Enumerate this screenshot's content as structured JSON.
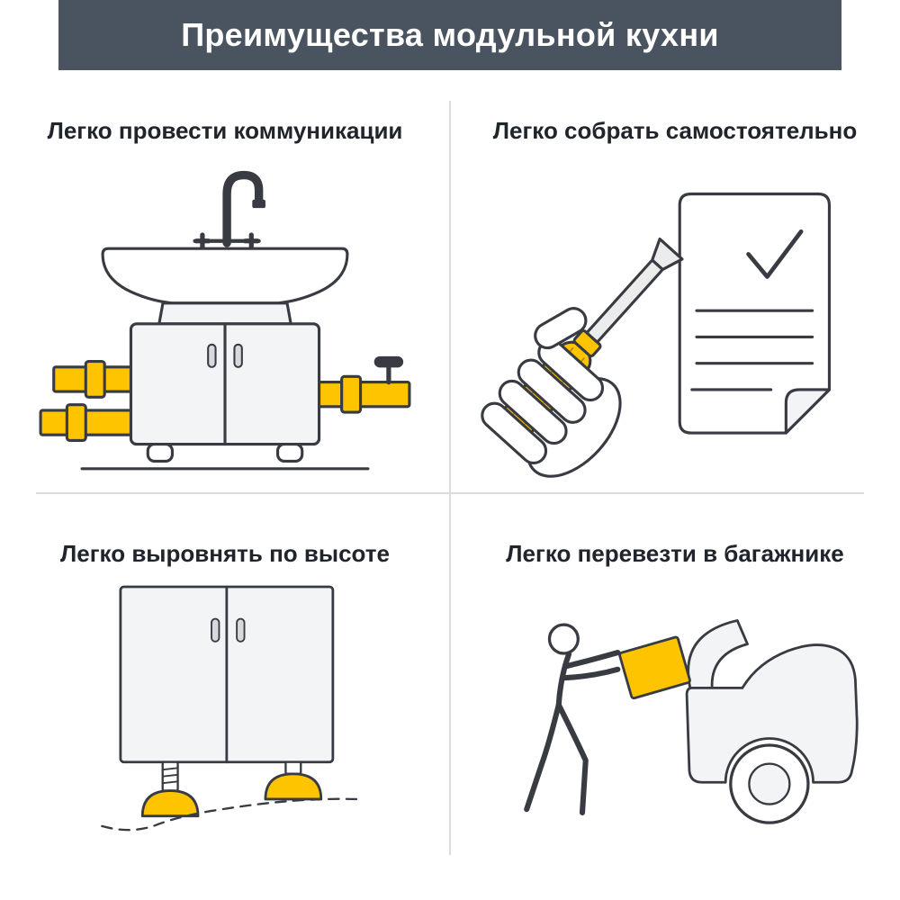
{
  "header": {
    "title": "Преимущества модульной кухни"
  },
  "panels": [
    {
      "id": "communications",
      "title": "Легко провести коммуникации",
      "icon": "sink-cabinet-with-pipes-illustration"
    },
    {
      "id": "self-assembly",
      "title": "Легко собрать самостоятельно",
      "icon": "screwdriver-and-checklist-illustration"
    },
    {
      "id": "height-leveling",
      "title": "Легко выровнять по высоте",
      "icon": "cabinet-adjustable-feet-illustration"
    },
    {
      "id": "transport",
      "title": "Легко перевезти в багажнике",
      "icon": "loading-car-trunk-illustration"
    }
  ],
  "colors": {
    "header_bg": "#4a5460",
    "accent_yellow": "#ffc400",
    "outline": "#383c42",
    "panel_fill": "#f3f4f6",
    "divider": "#dcdcdc",
    "title_text": "#20242b"
  }
}
